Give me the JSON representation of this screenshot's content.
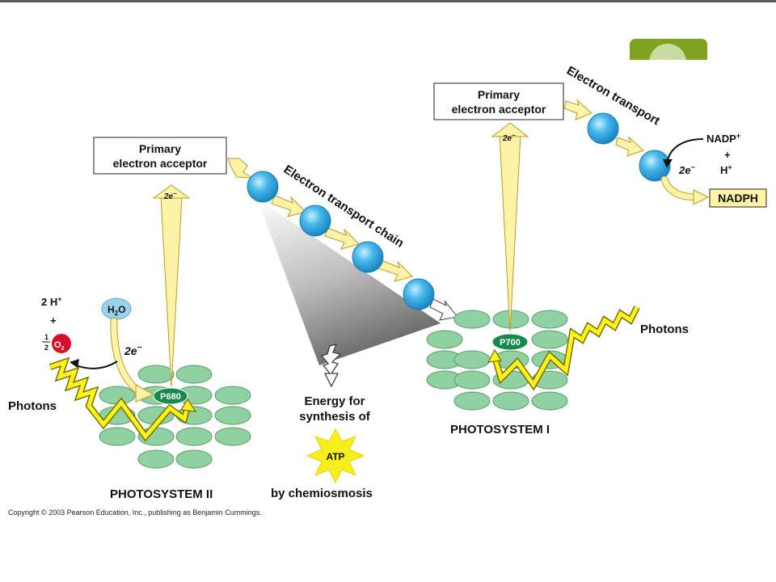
{
  "colors": {
    "disc": "#8fd1a0",
    "disc_stroke": "#5a9a6a",
    "carrier": "#46b7ea",
    "arrow_yellow": "#fdf3a6",
    "arrow_stroke": "#b99b2a",
    "photon_yellow": "#fbf31b",
    "reaction_center": "#168a4c",
    "h2o": "#9ad2ee",
    "o2": "#d4112b",
    "atp_star": "#f7ee1b",
    "nadph_box": "#fdf3a6",
    "badge": "#7fa321"
  },
  "ps2": {
    "acceptor_line1": "Primary",
    "acceptor_line2": "electron acceptor",
    "electron_label": "2e",
    "reaction_center": "P680",
    "title": "PHOTOSYSTEM II",
    "photons_label": "Photons",
    "water_label": "H",
    "water_sub": "2",
    "water_after": "O",
    "water_electrons": "2e",
    "protons": "2 H",
    "plus": "+",
    "half_num": "1",
    "half_den": "2",
    "oxygen": "O",
    "oxygen_sub": "2"
  },
  "etc": {
    "label": "Electron transport chain",
    "energy_line1": "Energy for",
    "energy_line2": "synthesis of",
    "atp": "ATP",
    "chemiosmosis": "by chemiosmosis"
  },
  "ps1": {
    "acceptor_line1": "Primary",
    "acceptor_line2": "electron acceptor",
    "electron_label": "2e",
    "reaction_center": "P700",
    "title": "PHOTOSYSTEM I",
    "photons_label": "Photons",
    "transport_label": "Electron transport",
    "nadp": "NADP",
    "plus": "+",
    "h": "H",
    "electrons": "2e",
    "nadph": "NADPH"
  },
  "copyright": "Copyright © 2003 Pearson Education, Inc., publishing as Benjamin Cummings."
}
